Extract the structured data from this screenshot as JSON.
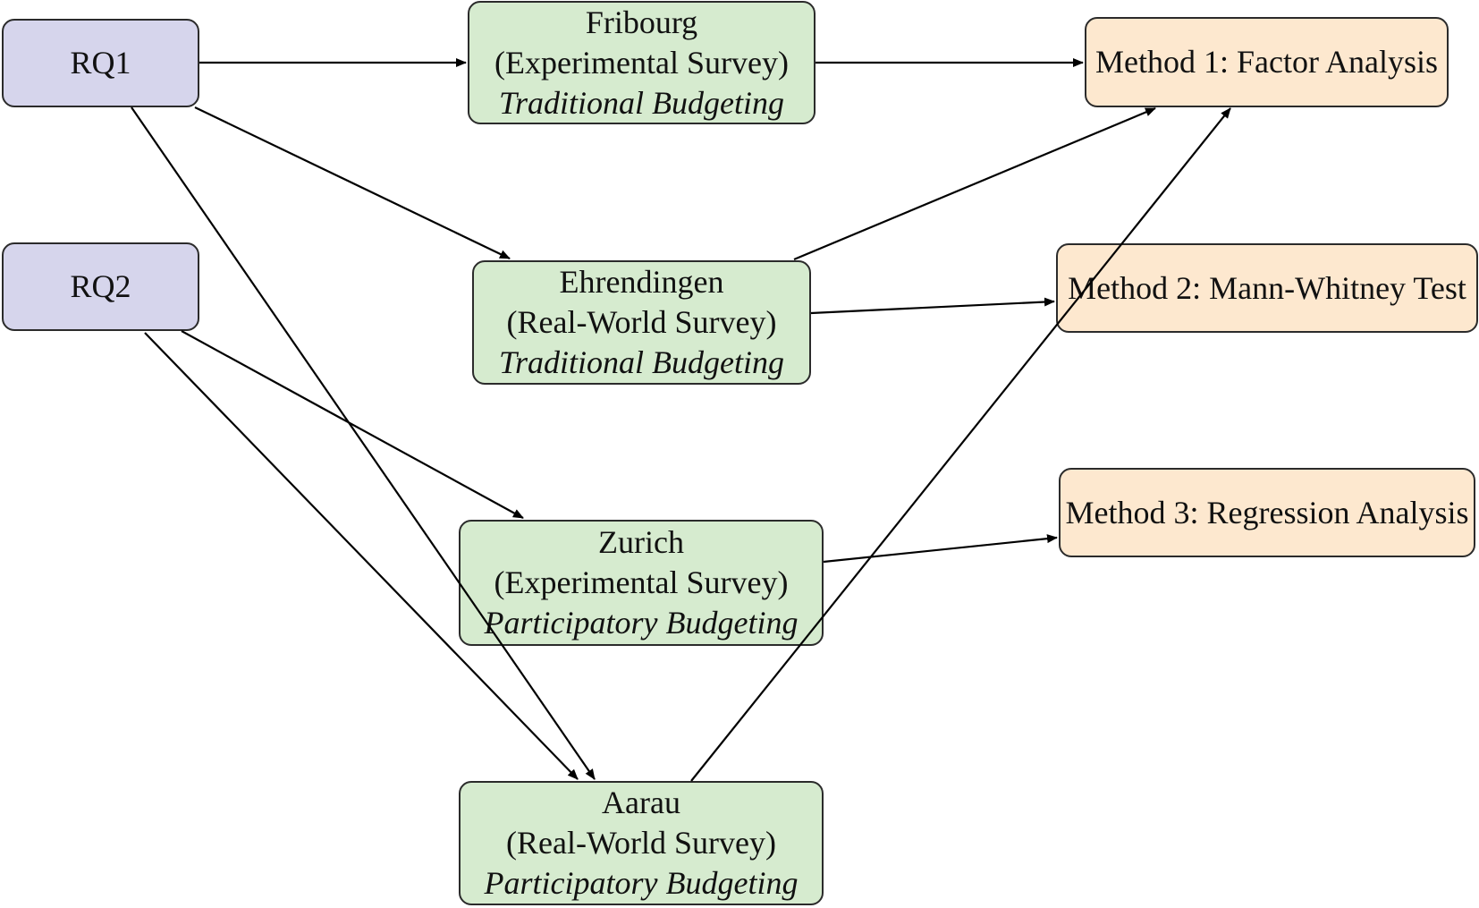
{
  "nodes": {
    "rq1": {
      "label": "RQ1"
    },
    "rq2": {
      "label": "RQ2"
    },
    "fribourg": {
      "name": "Fribourg",
      "survey": "(Experimental Survey)",
      "budgeting": "Traditional Budgeting"
    },
    "ehrendingen": {
      "name": "Ehrendingen",
      "survey": "(Real-World Survey)",
      "budgeting": "Traditional Budgeting"
    },
    "zurich": {
      "name": "Zurich",
      "survey": "(Experimental Survey)",
      "budgeting": "Participatory Budgeting"
    },
    "aarau": {
      "name": "Aarau",
      "survey": "(Real-World Survey)",
      "budgeting": "Participatory Budgeting"
    },
    "method1": {
      "label": "Method 1: Factor Analysis"
    },
    "method2": {
      "label": "Method 2: Mann-Whitney Test"
    },
    "method3": {
      "label": "Method 3: Regression Analysis"
    }
  },
  "edges": [
    {
      "from": "rq1",
      "to": "fribourg"
    },
    {
      "from": "rq1",
      "to": "ehrendingen"
    },
    {
      "from": "rq1",
      "to": "aarau"
    },
    {
      "from": "rq2",
      "to": "zurich"
    },
    {
      "from": "rq2",
      "to": "aarau"
    },
    {
      "from": "fribourg",
      "to": "method1"
    },
    {
      "from": "ehrendingen",
      "to": "method1"
    },
    {
      "from": "ehrendingen",
      "to": "method2"
    },
    {
      "from": "zurich",
      "to": "method3"
    },
    {
      "from": "aarau",
      "to": "method1"
    }
  ],
  "colors": {
    "rq_fill": "#d6d5ec",
    "site_fill": "#d6ebcf",
    "method_fill": "#fde8cf",
    "border": "#2b2b2b",
    "edge": "#000000"
  }
}
